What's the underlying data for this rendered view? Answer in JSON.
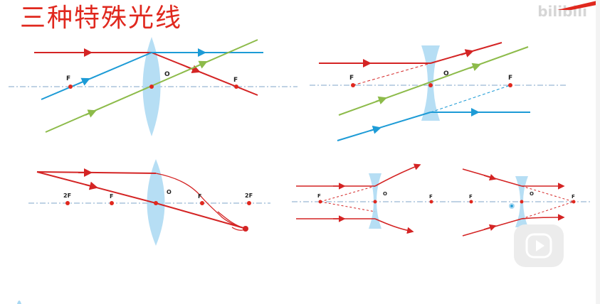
{
  "title": "三种特殊光线",
  "watermark": "bilibili",
  "labels": {
    "focus": "F",
    "origin": "O",
    "double_focus": "2F"
  },
  "colors": {
    "title": "#e0281e",
    "red_ray": "#d42424",
    "blue_ray": "#1d9bd6",
    "green_ray": "#8dbb4a",
    "lens": "#a9d8f2",
    "axis": "#7fa6c9",
    "point": "#e0281e"
  },
  "icons": [
    "play-icon",
    "convex-lens-icon",
    "concave-lens-icon"
  ]
}
